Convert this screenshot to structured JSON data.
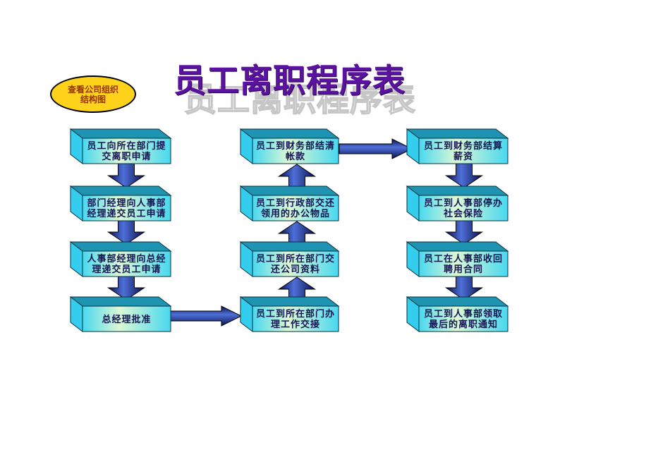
{
  "header": {
    "title": "员工离职程序表",
    "org_chart_button": "查看公司组织\n结构图"
  },
  "colors": {
    "background": "#ffffff",
    "title": "#5c12a0",
    "title_shadow_outline": "#c6c6c6",
    "ellipse_fill": "#ffd21c",
    "ellipse_border": "#000000",
    "ellipse_text": "#993300",
    "box_top_face": "#1f93b2",
    "box_left_face": "#35cdee",
    "box_front_edge": "#49d8f0",
    "box_front_center": "#dcf8d4",
    "box_border": "#06323f",
    "box_text": "#141452",
    "arrow_dark": "#071350",
    "arrow_light": "#4f6fd8"
  },
  "flow": {
    "left_column": [
      "员工向所在部门提\n交离职申请",
      "部门经理向人事部\n经理递交员工申请",
      "人事部经理向总经\n理递交员工申请",
      "总经理批准"
    ],
    "middle_column": [
      "员工到财务部结清\n帐款",
      "员工到行政部交还\n领用的办公物品",
      "员工到所在部门交\n还公司资料",
      "员工到所在部门办\n理工作交接"
    ],
    "right_column": [
      "员工到财务部结算\n薪资",
      "员工到人事部停办\n社会保险",
      "员工在人事部收回\n聘用合同",
      "员工到人事部领取\n最后的离职通知"
    ]
  }
}
